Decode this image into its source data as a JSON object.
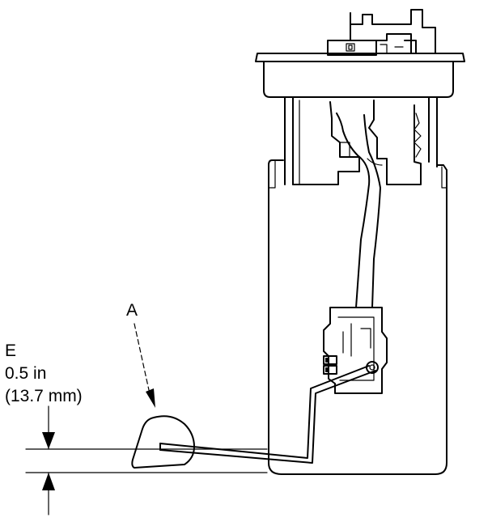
{
  "labels": {
    "float": "A",
    "measurement_id": "E",
    "measurement_in": "0.5 in",
    "measurement_mm": "(13.7 mm)"
  }
}
